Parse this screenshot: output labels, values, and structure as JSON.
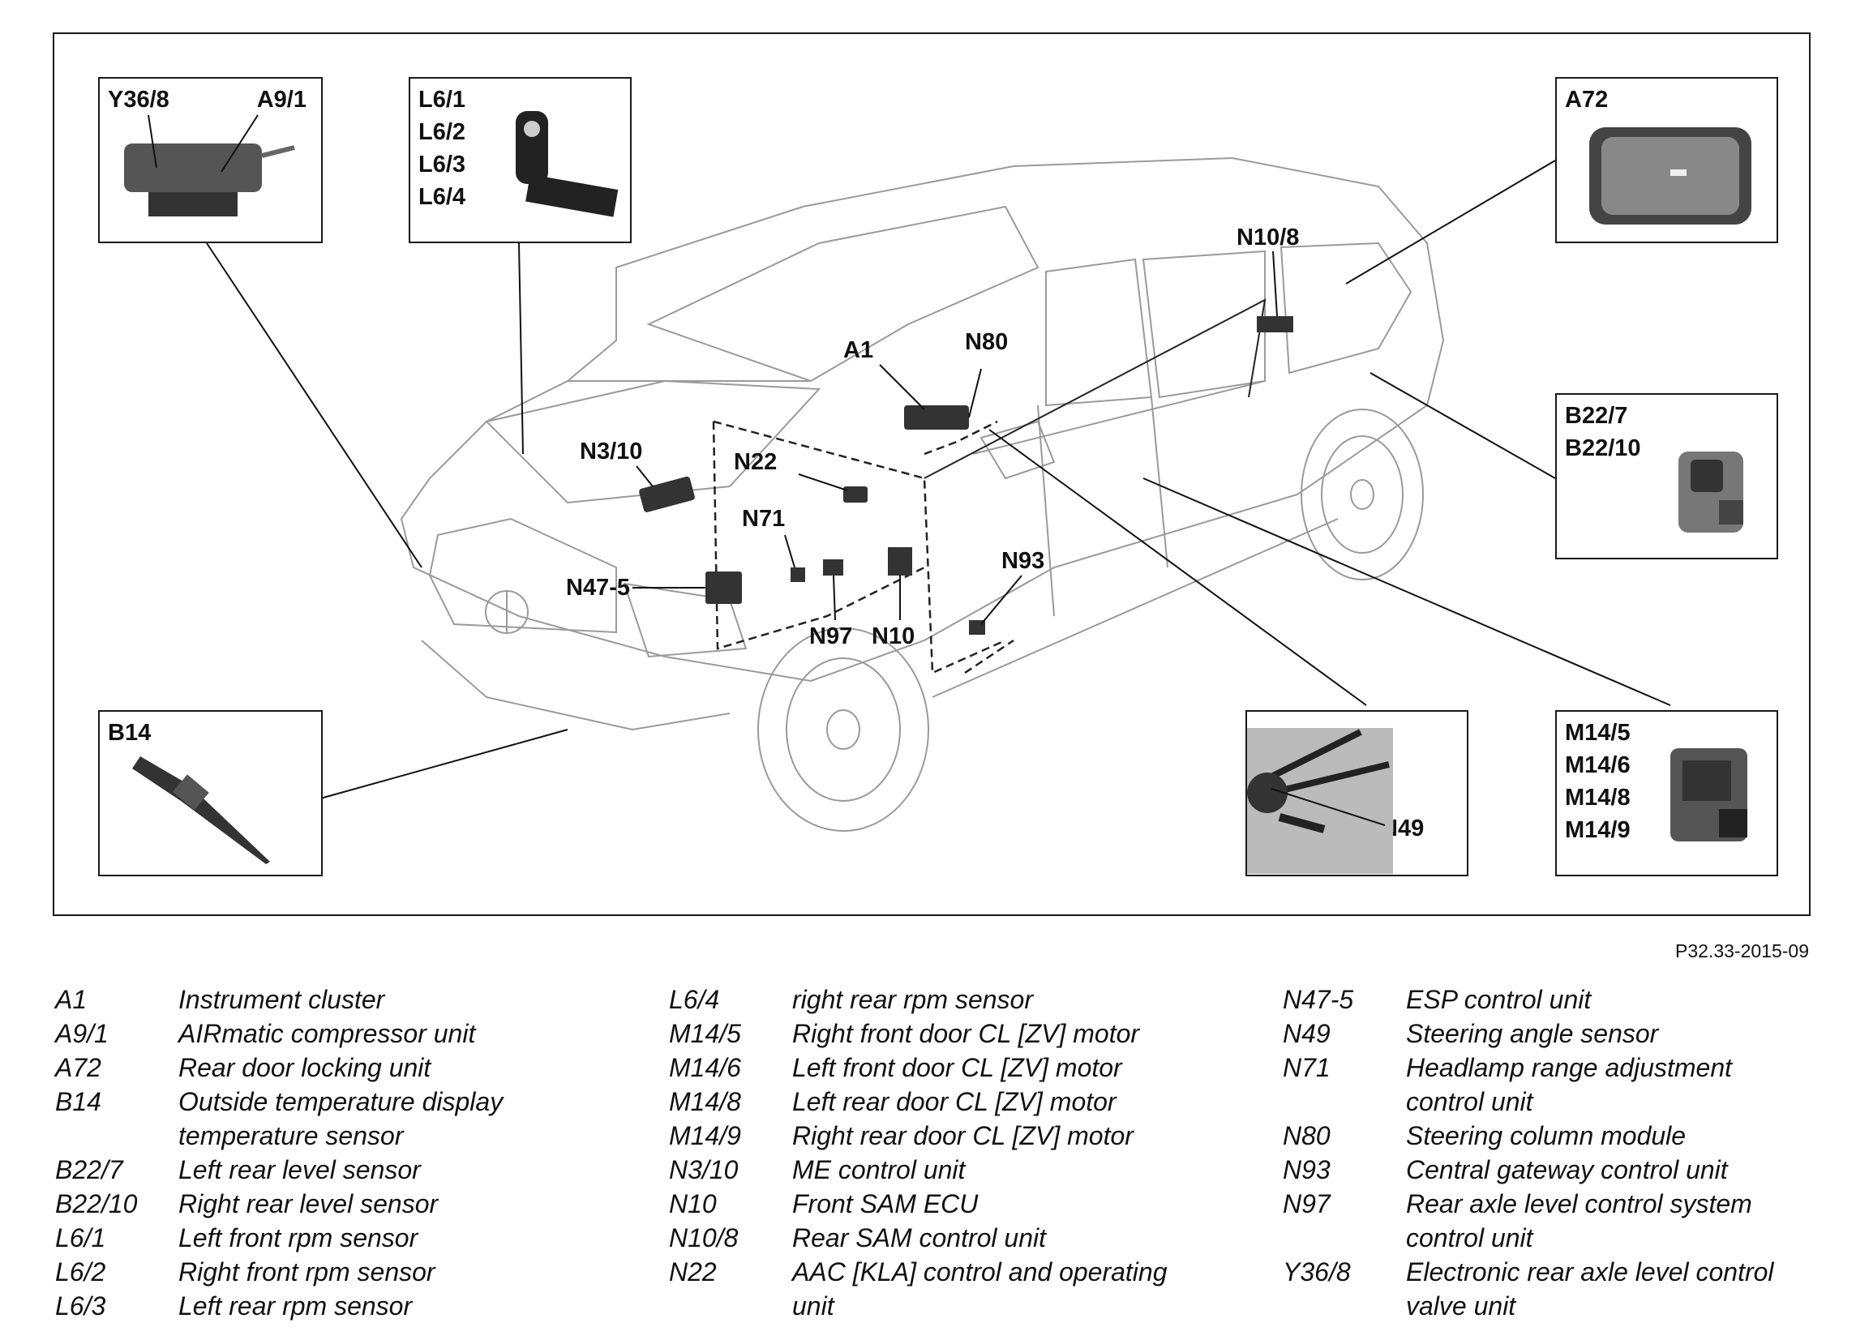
{
  "figure_code": "P32.33-2015-09",
  "callouts": {
    "y36_a9": {
      "left": "Y36/8",
      "right": "A9/1"
    },
    "l6": "L6/1\nL6/2\nL6/3\nL6/4",
    "a72": "A72",
    "b22": "B22/7\nB22/10",
    "b14": "B14",
    "n49": "N49",
    "m14": "M14/5\nM14/6\nM14/8\nM14/9",
    "n10_8": "N10/8"
  },
  "part_labels": {
    "a1": "A1",
    "n80": "N80",
    "n3_10": "N3/10",
    "n22": "N22",
    "n71": "N71",
    "n47_5": "N47-5",
    "n93": "N93",
    "n97": "N97",
    "n10": "N10"
  },
  "legend": [
    [
      {
        "code": "A1",
        "desc": "Instrument cluster"
      },
      {
        "code": "A9/1",
        "desc": "AIRmatic compressor unit"
      },
      {
        "code": "A72",
        "desc": "Rear door locking unit"
      },
      {
        "code": "B14",
        "desc": "Outside temperature display\ntemperature sensor"
      },
      {
        "code": "B22/7",
        "desc": "Left rear level sensor"
      },
      {
        "code": "B22/10",
        "desc": "Right rear level sensor"
      },
      {
        "code": "L6/1",
        "desc": "Left front rpm sensor"
      },
      {
        "code": "L6/2",
        "desc": "Right front rpm sensor"
      },
      {
        "code": "L6/3",
        "desc": "Left rear rpm sensor"
      }
    ],
    [
      {
        "code": "L6/4",
        "desc": "right rear rpm sensor"
      },
      {
        "code": "M14/5",
        "desc": "Right front door CL [ZV] motor"
      },
      {
        "code": "M14/6",
        "desc": "Left front door CL [ZV] motor"
      },
      {
        "code": "M14/8",
        "desc": "Left rear door CL [ZV] motor"
      },
      {
        "code": "M14/9",
        "desc": "Right rear door CL [ZV] motor"
      },
      {
        "code": "N3/10",
        "desc": "ME control unit"
      },
      {
        "code": "N10",
        "desc": "Front SAM ECU"
      },
      {
        "code": "N10/8",
        "desc": "Rear SAM control unit"
      },
      {
        "code": "N22",
        "desc": "AAC [KLA] control and operating\nunit"
      }
    ],
    [
      {
        "code": "N47-5",
        "desc": "ESP control unit"
      },
      {
        "code": "N49",
        "desc": "Steering angle sensor"
      },
      {
        "code": "N71",
        "desc": "Headlamp range adjustment\ncontrol unit"
      },
      {
        "code": "N80",
        "desc": "Steering column module"
      },
      {
        "code": "N93",
        "desc": "Central gateway control unit"
      },
      {
        "code": "N97",
        "desc": "Rear axle level control system\ncontrol unit"
      },
      {
        "code": "Y36/8",
        "desc": "Electronic rear axle level control\nvalve unit"
      }
    ]
  ]
}
